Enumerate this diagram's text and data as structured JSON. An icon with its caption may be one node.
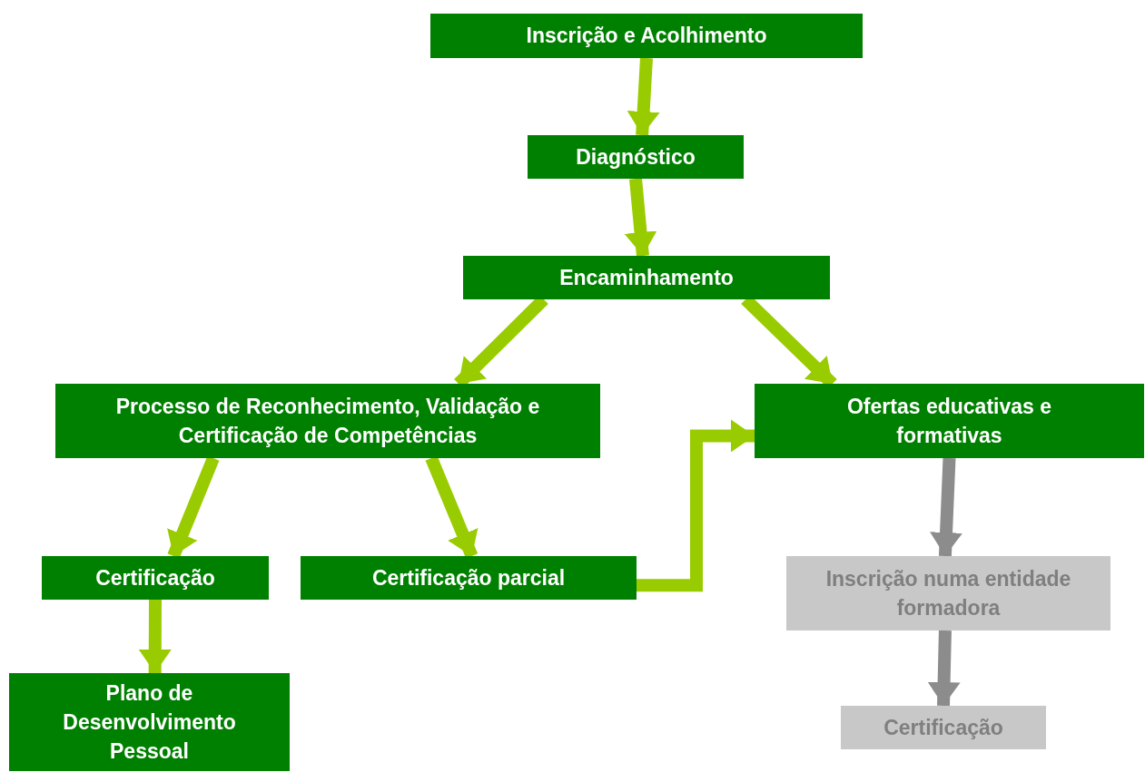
{
  "diagram": {
    "nodes": [
      {
        "text": [
          "Inscrição e Acolhimento"
        ]
      },
      {
        "text": [
          "Diagnóstico"
        ]
      },
      {
        "text": [
          "Encaminhamento"
        ]
      },
      {
        "text": [
          "Processo de Reconhecimento, Validação e Certificação de Competências"
        ]
      },
      {
        "text": [
          "Ofertas educativas e formativas"
        ]
      },
      {
        "text": [
          "Certificação"
        ]
      },
      {
        "text": [
          "Certificação parcial"
        ]
      },
      {
        "text": [
          "Plano de Desenvolvimento Pessoal"
        ]
      },
      {
        "text": [
          "Inscrição numa entidade formadora"
        ]
      },
      {
        "text": [
          "Certificação"
        ]
      }
    ],
    "edges": [
      {
        "from": 0,
        "to": 1,
        "arrow": "to"
      },
      {
        "from": 1,
        "to": 2,
        "arrow": "to"
      },
      {
        "from": 2,
        "to": 3,
        "arrow": "to"
      },
      {
        "from": 2,
        "to": 4,
        "arrow": "to"
      },
      {
        "from": 3,
        "to": 5,
        "arrow": "to"
      },
      {
        "from": 3,
        "to": 6,
        "arrow": "to"
      },
      {
        "from": 6,
        "to": 4,
        "arrow": "to"
      },
      {
        "from": 5,
        "to": 7,
        "arrow": "to"
      },
      {
        "from": 4,
        "to": 8,
        "arrow": "to",
        "color": "#8c8c8c"
      },
      {
        "from": 8,
        "to": 9,
        "arrow": "to",
        "color": "#8c8c8c"
      }
    ]
  }
}
